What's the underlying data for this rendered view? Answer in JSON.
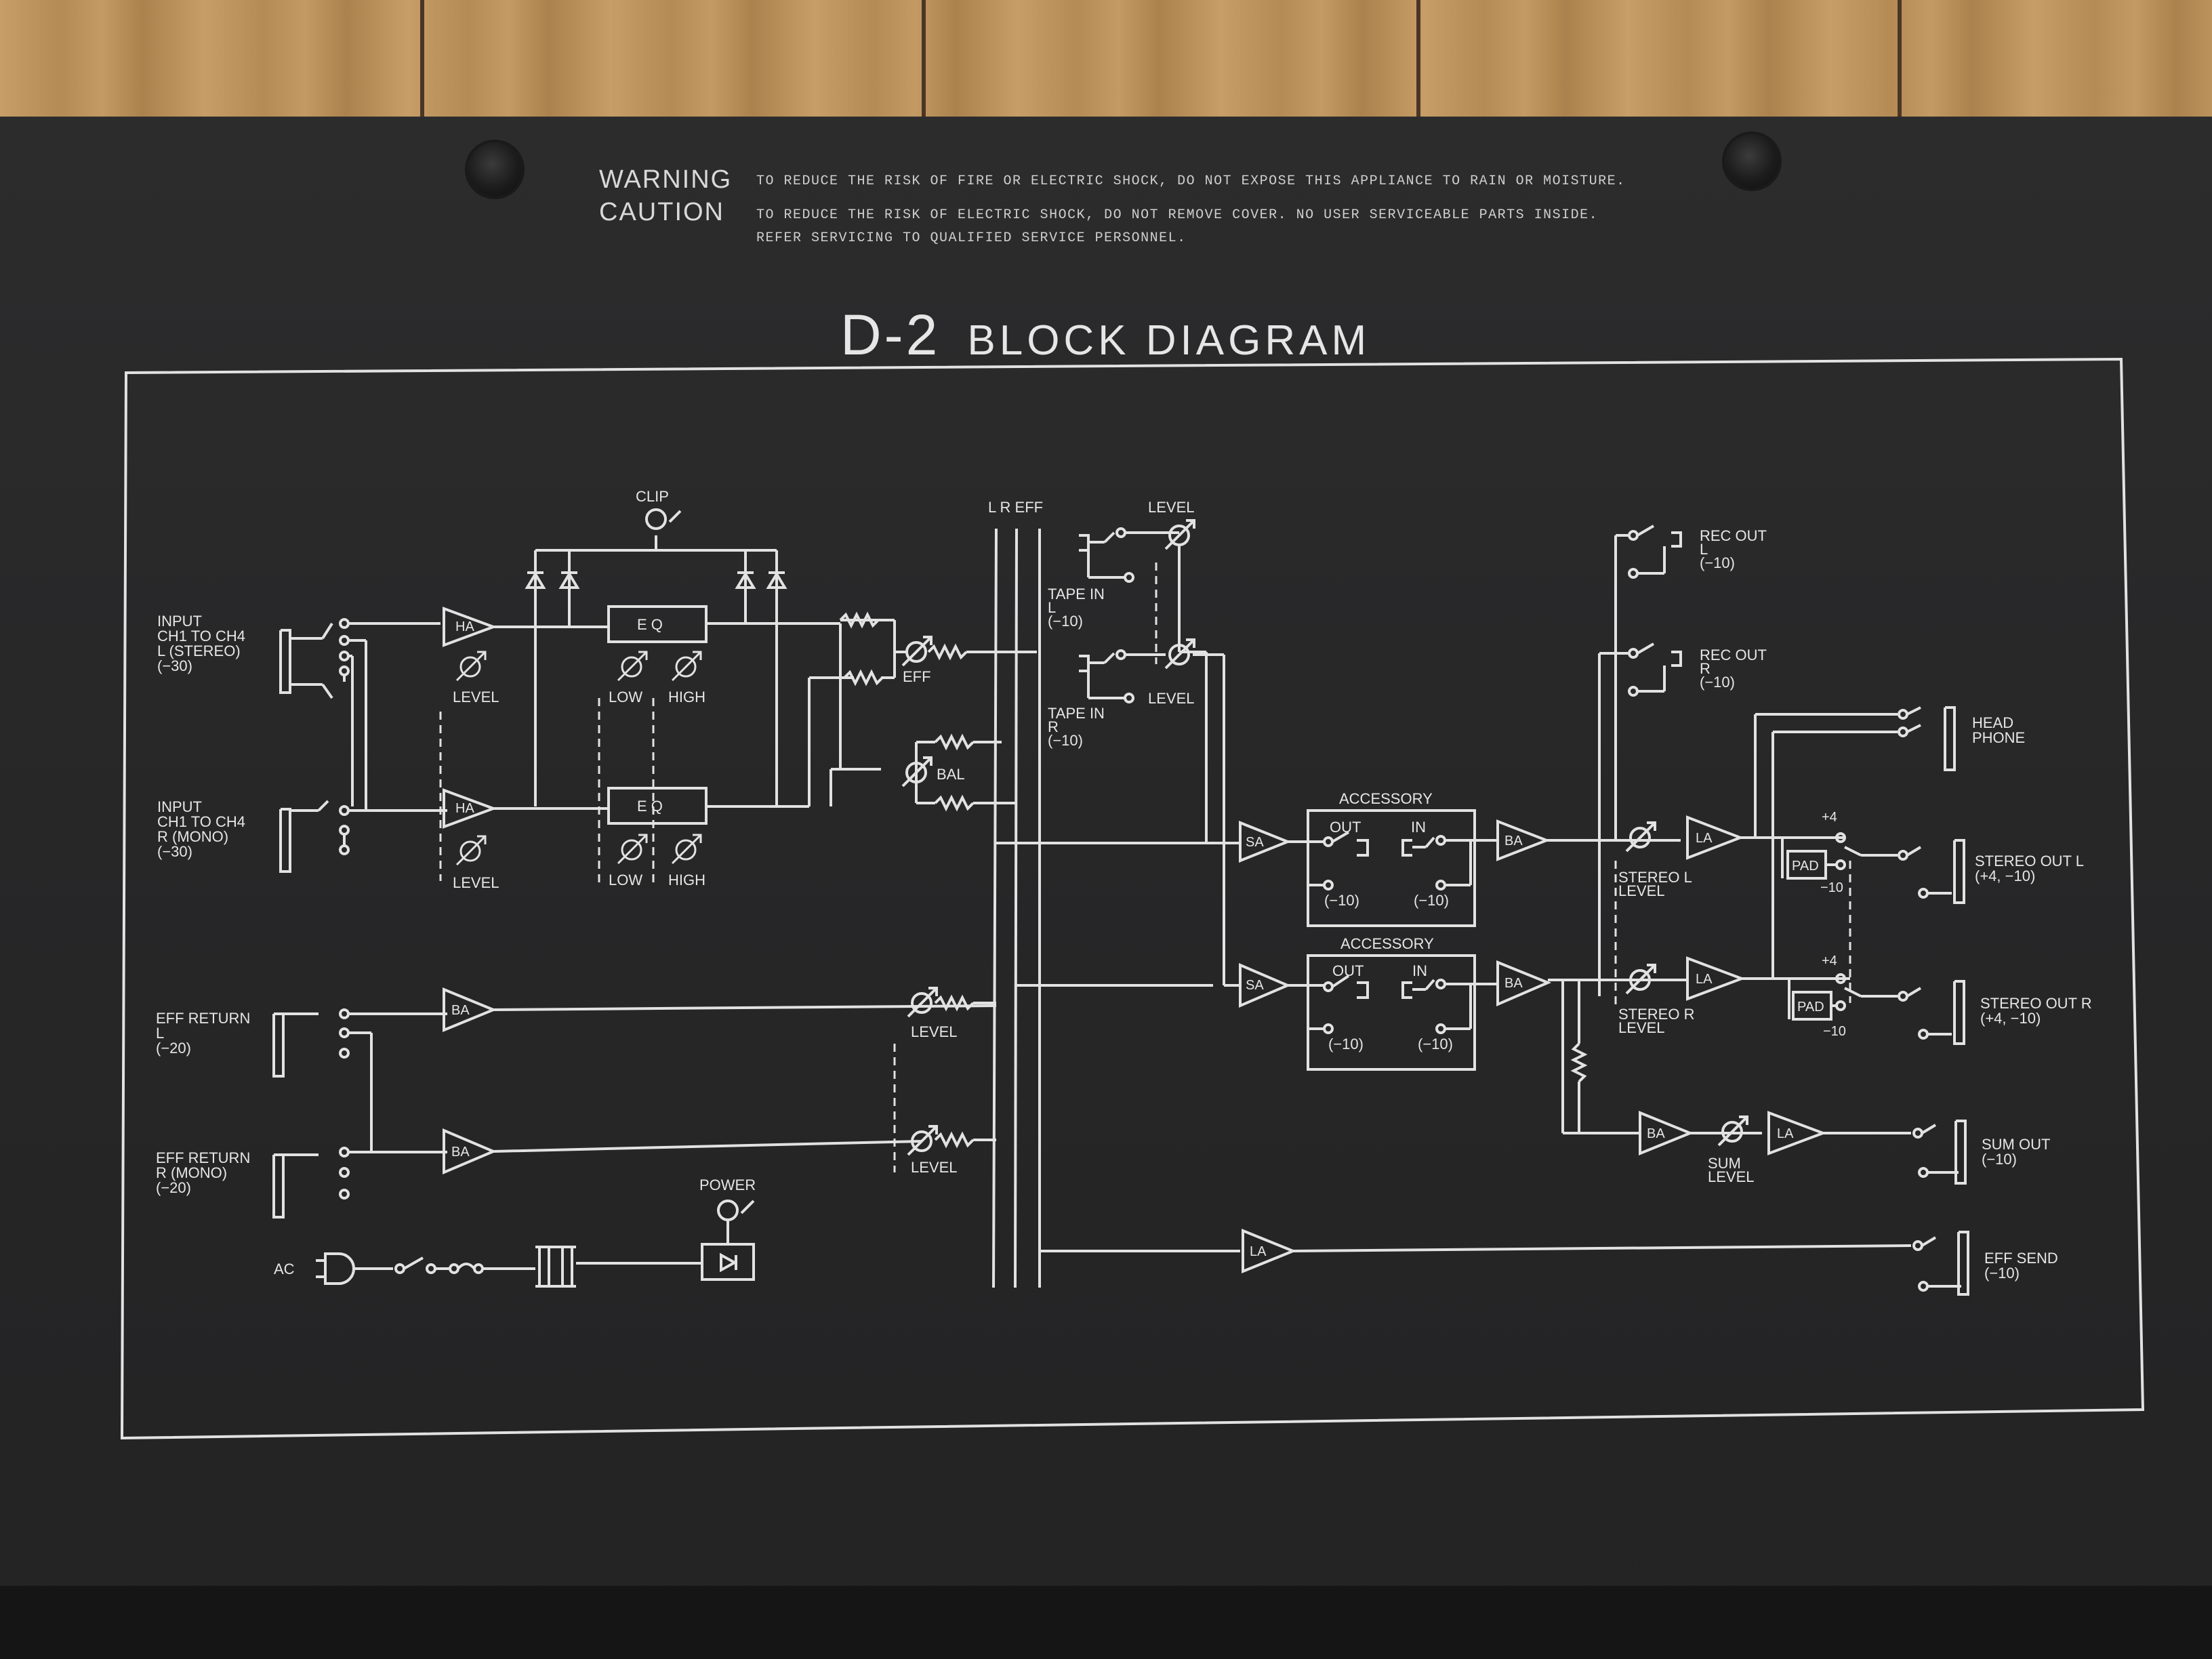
{
  "header": {
    "warning_label": "WARNING",
    "warning_text": "TO REDUCE THE RISK OF FIRE OR ELECTRIC SHOCK, DO NOT EXPOSE THIS APPLIANCE TO RAIN OR MOISTURE.",
    "caution_label": "CAUTION",
    "caution_text_1": "TO REDUCE THE RISK OF ELECTRIC SHOCK, DO NOT REMOVE COVER. NO USER SERVICEABLE PARTS INSIDE.",
    "caution_text_2": "REFER SERVICING TO QUALIFIED SERVICE PERSONNEL."
  },
  "title": {
    "model": "D-2",
    "name": "BLOCK DIAGRAM"
  },
  "diagram": {
    "inputs": {
      "l_stereo": [
        "INPUT",
        "CH1 TO CH4",
        "L  (STEREO)",
        "(−30)"
      ],
      "r_mono": [
        "INPUT",
        "CH1 TO CH4",
        "R   (MONO)",
        "(−30)"
      ],
      "eff_return_l": [
        "EFF RETURN",
        "L",
        "(−20)"
      ],
      "eff_return_r": [
        "EFF RETURN",
        "R   (MONO)",
        "(−20)"
      ],
      "ac": "AC"
    },
    "labels": {
      "clip": "CLIP",
      "power": "POWER",
      "level": "LEVEL",
      "low": "LOW",
      "high": "HIGH",
      "eff": "EFF",
      "bal": "BAL",
      "eq": "E Q",
      "bus": "L  R  EFF",
      "tape_in_l": [
        "TAPE IN",
        "L",
        "(−10)"
      ],
      "tape_in_r": [
        "TAPE IN",
        "R",
        "(−10)"
      ],
      "accessory": "ACCESSORY",
      "out": "OUT",
      "in": "IN",
      "minus10": "(−10)",
      "stereo_l_level": [
        "STEREO L",
        "LEVEL"
      ],
      "stereo_r_level": [
        "STEREO R",
        "LEVEL"
      ],
      "sum_level": [
        "SUM",
        "LEVEL"
      ],
      "pad": "PAD",
      "plus4": "+4",
      "minus10_short": "−10"
    },
    "amps": {
      "ha": "HA",
      "ba": "BA",
      "sa": "SA",
      "la": "LA"
    },
    "outputs": {
      "rec_out_l": [
        "REC OUT",
        "L",
        "(−10)"
      ],
      "rec_out_r": [
        "REC OUT",
        "R",
        "(−10)"
      ],
      "headphone": [
        "HEAD",
        "PHONE"
      ],
      "stereo_out_l": [
        "STEREO OUT L",
        "(+4, −10)"
      ],
      "stereo_out_r": [
        "STEREO OUT R",
        "(+4, −10)"
      ],
      "sum_out": [
        "SUM OUT",
        "(−10)"
      ],
      "eff_send": [
        "EFF SEND",
        "(−10)"
      ]
    }
  },
  "colors": {
    "panel": "#272728",
    "print": "#e6e6e6",
    "wood": "#c39a63"
  }
}
